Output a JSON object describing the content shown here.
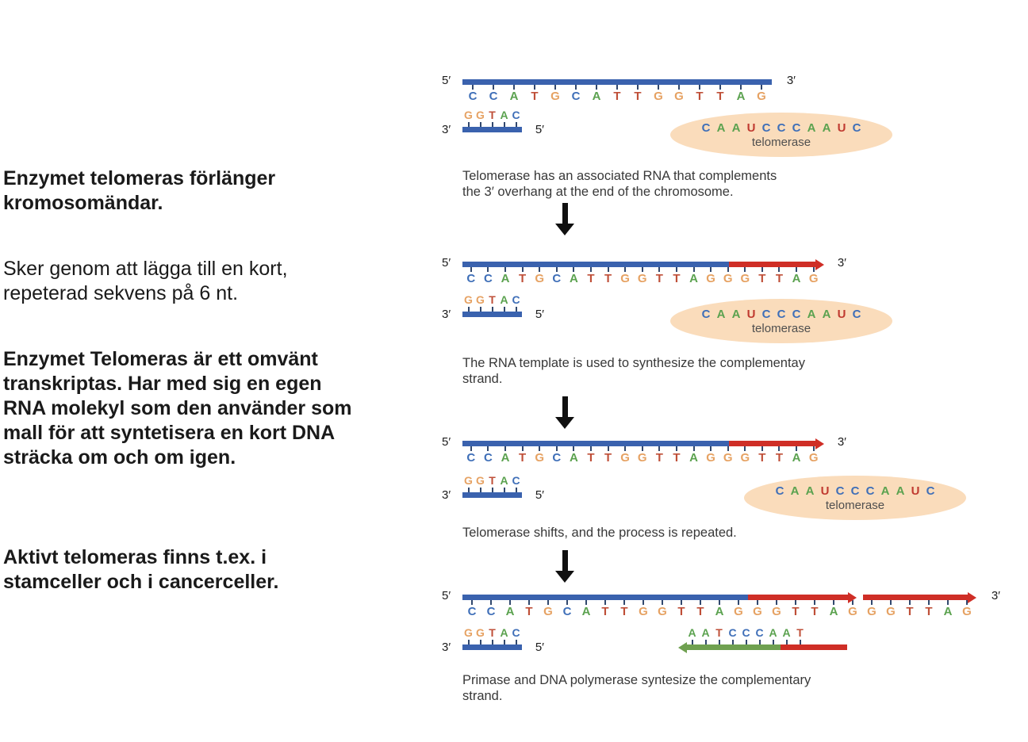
{
  "slide": {
    "background": "#ffffff",
    "paragraphs": [
      {
        "lines": [
          "Enzymet telomeras förlänger",
          "kromosomändar."
        ]
      },
      {
        "lines": [
          "Sker genom att lägga till en kort,",
          "repeterad sekvens på 6 nt."
        ]
      },
      {
        "lines": [
          "Enzymet Telomeras är ett omvänt",
          "transkriptas. Har med sig en egen",
          "RNA molekyl som den använder som",
          "mall för att syntetisera en kort DNA",
          "sträcka om och om igen."
        ]
      },
      {
        "lines": [
          "Aktivt telomeras finns t.ex. i",
          "stamceller och i cancerceller."
        ]
      }
    ]
  },
  "diagram": {
    "colors": {
      "strand_blue": "#3a62ae",
      "new_dna_red": "#cf2e26",
      "new_dna_green": "#6fa050",
      "tick": "#31486e",
      "telomerase_ellipse_fill": "#fadcbb",
      "step_arrow_black": "#101010",
      "caption_text": "#383838"
    },
    "base_colors": {
      "A": "#5ba24f",
      "C": "#3f6fb8",
      "G": "#e6a263",
      "T": "#bf4f38",
      "U": "#c03a30"
    },
    "labels": {
      "five_prime": "5′",
      "three_prime": "3′"
    },
    "telomerase_label": "telomerase",
    "rna_template": "CAAUCCCAAUC",
    "steps": [
      {
        "top_sequence": "CCATGCATTGGTTAG",
        "bottom_sequence": "GGTAC",
        "caption": [
          "Telomerase has an associated RNA that complements",
          "the 3′ overhang at the end of the chromosome."
        ]
      },
      {
        "top_sequence": "CCATGCATTGGTTAGGGTTAG",
        "bottom_sequence": "GGTAC",
        "caption": [
          "The RNA template is used to synthesize the complementay",
          "strand."
        ]
      },
      {
        "top_sequence": "CCATGCATTGGTTAGGGTTAG",
        "bottom_sequence": "GGTAC",
        "caption": [
          "Telomerase shifts, and the process is repeated."
        ]
      },
      {
        "top_sequence": "CCATGCATTGGTTAGGGTTAGGGTTAG",
        "bottom_sequence": "GGTAC",
        "bottom_right_sequence": "AATCCCAAT",
        "caption": [
          "Primase and DNA polymerase syntesize the complementary",
          "strand."
        ]
      }
    ]
  }
}
